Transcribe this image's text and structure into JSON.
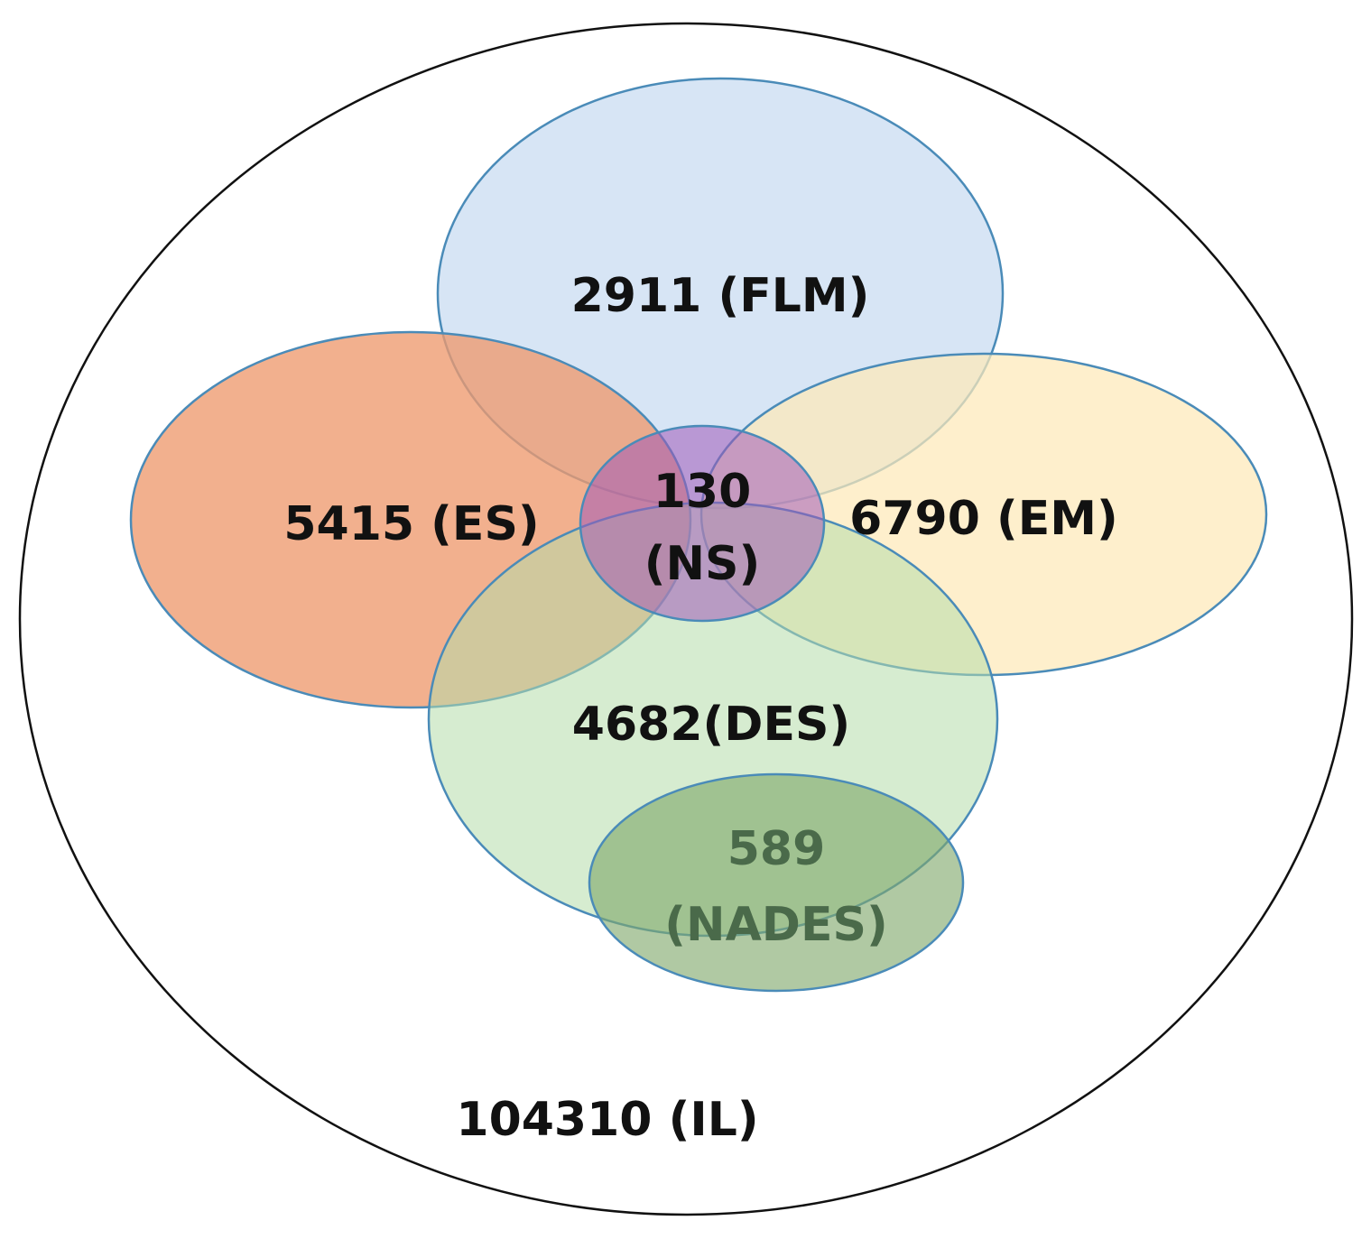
{
  "diagram": {
    "outer": {
      "label": "104310 (IL)"
    },
    "sets": [
      {
        "key": "flm",
        "label": "2911 (FLM)",
        "fill": "#c9dcf2",
        "stroke": "#4a8bb8"
      },
      {
        "key": "es",
        "label": "5415 (ES)",
        "fill": "#ee9a6e",
        "stroke": "#4a8bb8"
      },
      {
        "key": "em",
        "label": "6790 (EM)",
        "fill": "#fde9b8",
        "stroke": "#4a8bb8"
      },
      {
        "key": "des",
        "label": "4682(DES)",
        "fill": "#b5dcaa",
        "stroke": "#4a8bb8"
      },
      {
        "key": "nades",
        "label_line1": "589",
        "label_line2": "(NADES)",
        "fill": "#7fa86a",
        "stroke": "#4a8bb8",
        "text_color": "#4a6a4a"
      },
      {
        "key": "ns",
        "label_line1": "130",
        "label_line2": "(NS)",
        "fill": "#a05ab8",
        "stroke": "#4a8bb8"
      }
    ]
  }
}
